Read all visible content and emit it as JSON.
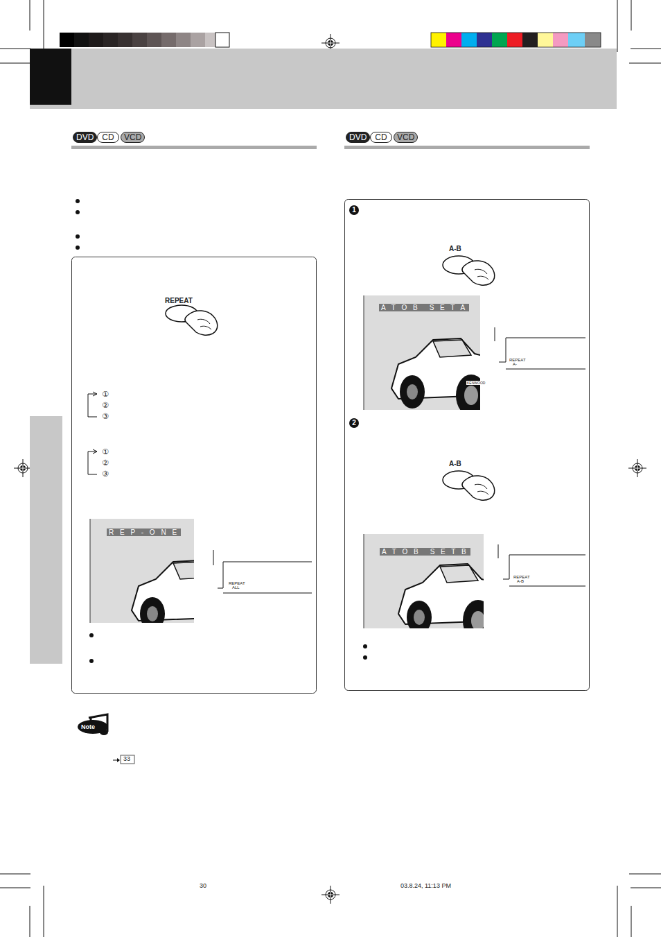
{
  "diagram": {
    "nodes": [
      {
        "text": [
          "DVD"
        ]
      },
      {
        "text": [
          "CD"
        ]
      },
      {
        "text": [
          "VCD"
        ]
      },
      {
        "text": [
          "DVD"
        ]
      },
      {
        "text": [
          "CD"
        ]
      },
      {
        "text": [
          "VCD"
        ]
      },
      {
        "text": [
          "REPEAT"
        ]
      },
      {
        "text": [
          "R E P - O N E"
        ]
      },
      {
        "text": [
          "REPEAT",
          "ALL"
        ]
      },
      {
        "text": [
          "1"
        ]
      },
      {
        "text": [
          "A-B"
        ]
      },
      {
        "text": [
          "A T O B",
          "S E T  A"
        ]
      },
      {
        "text": [
          "REPEAT",
          "A-"
        ]
      },
      {
        "text": [
          "2"
        ]
      },
      {
        "text": [
          "A-B"
        ]
      },
      {
        "text": [
          "A T O B",
          "S E T  B"
        ]
      },
      {
        "text": [
          "REPEAT",
          "A-B"
        ]
      }
    ],
    "labels": [
      "①",
      "②",
      "③",
      "①",
      "②",
      "③",
      "KENWOOD",
      "Note",
      "33",
      "30",
      "03.8.24, 11:13 PM"
    ]
  }
}
